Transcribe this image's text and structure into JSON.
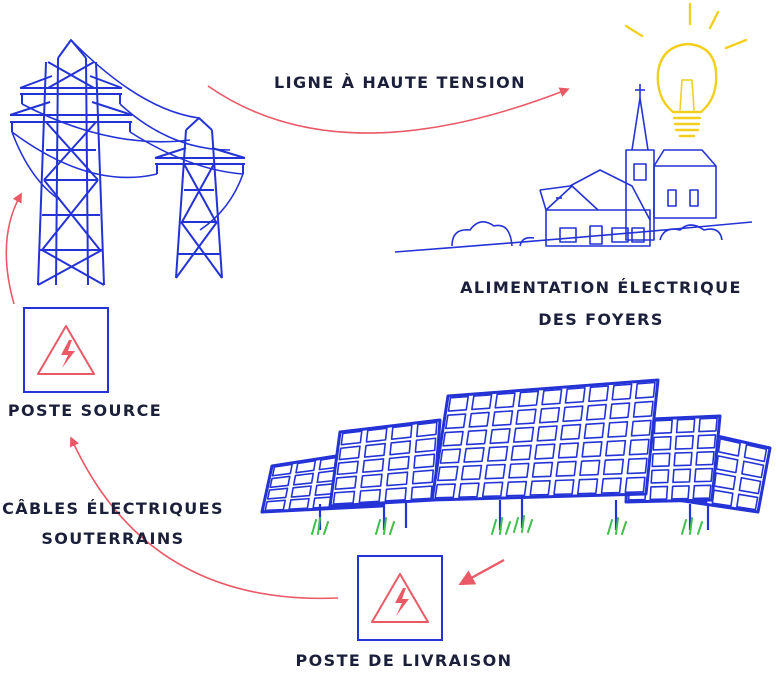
{
  "colors": {
    "ink": "#2433d6",
    "arrow": "#e95a66",
    "bulb": "#f2cf1f",
    "text": "#1b1f3a",
    "grass": "#3fbf4b"
  },
  "labels": {
    "high_voltage_line": "LIGNE À HAUTE TENSION",
    "household_supply_line1": "ALIMENTATION ÉLECTRIQUE",
    "household_supply_line2": "DES FOYERS",
    "source_substation": "POSTE SOURCE",
    "underground_cables_line1": "CÂBLES ÉLECTRIQUES",
    "underground_cables_line2": "SOUTERRAINS",
    "delivery_substation": "POSTE DE LIVRAISON"
  },
  "icons": {
    "pylons": "power-pylon-icon",
    "village": "village-house-icon",
    "bulb": "light-bulb-icon",
    "solar": "solar-panel-icon",
    "substation": "high-voltage-warning-icon",
    "flow": "arrow-icon"
  }
}
